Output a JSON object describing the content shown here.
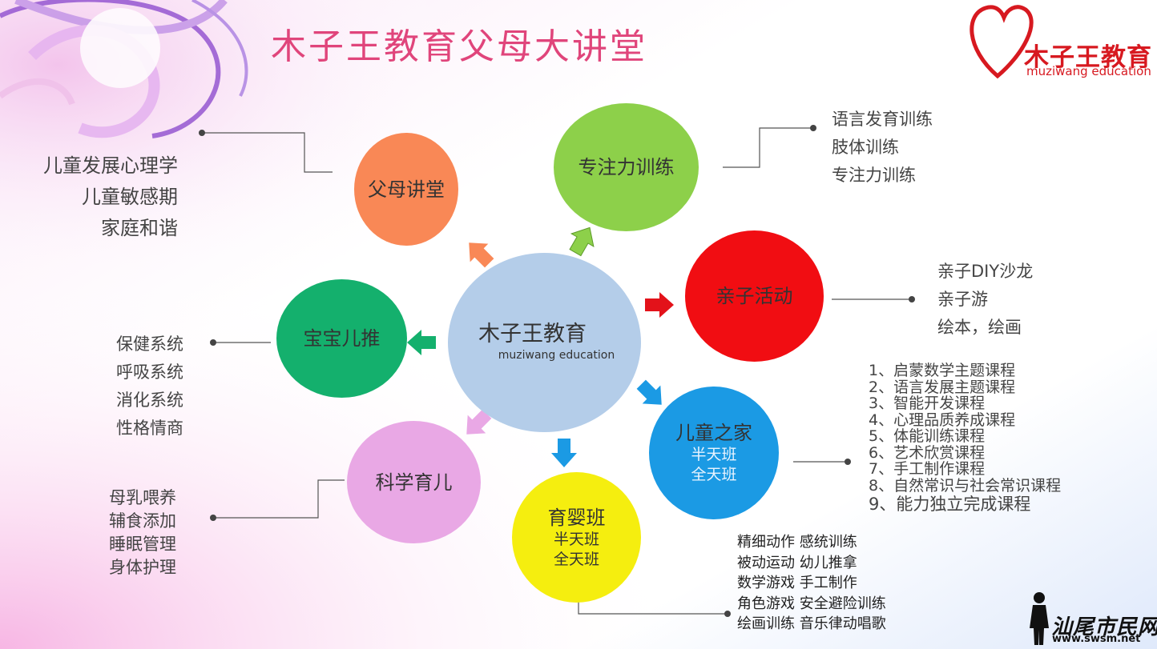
{
  "title": "木子王教育父母大讲堂",
  "logo": {
    "name": "木子王教育",
    "subtitle": "muziwang education"
  },
  "center": {
    "name": "木子王教育",
    "subtitle": "muziwang education",
    "color": "#b4cde9"
  },
  "nodes": {
    "parents_lecture": {
      "label": "父母讲堂",
      "color": "#f98856",
      "items": [
        "儿童发展心理学",
        "儿童敏感期",
        "家庭和谐"
      ]
    },
    "attention": {
      "label": "专注力训练",
      "color": "#8dd04a",
      "items": [
        "语言发育训练",
        "肢体训练",
        "专注力训练"
      ]
    },
    "parent_child": {
      "label": "亲子活动",
      "color": "#f10d12",
      "items": [
        "亲子DIY沙龙",
        "亲子游",
        "绘本，绘画"
      ]
    },
    "children_home": {
      "label": "儿童之家",
      "color": "#1b9ae4",
      "sub": [
        "半天班",
        "全天班"
      ],
      "items": [
        "1、启蒙数学主题课程",
        "2、语言发展主题课程",
        "3、智能开发课程",
        "4、心理品质养成课程",
        "5、体能训练课程",
        "6、艺术欣赏课程",
        "7、手工制作课程",
        "8、自然常识与社会常识课程",
        "9、能力独立完成课程"
      ]
    },
    "nursery": {
      "label": "育婴班",
      "color": "#f5ee0f",
      "sub": [
        "半天班",
        "全天班"
      ],
      "items": [
        "精细动作  感统训练",
        "被动运动  幼儿推拿",
        "数学游戏  手工制作",
        "角色游戏 安全避险训练",
        "绘画训练 音乐律动唱歌"
      ]
    },
    "science_parenting": {
      "label": "科学育儿",
      "color": "#e9a8e5",
      "items": [
        "母乳喂养",
        "辅食添加",
        "睡眠管理",
        "身体护理"
      ]
    },
    "baby_massage": {
      "label": "宝宝儿推",
      "color": "#14b06d",
      "items": [
        "保健系统",
        "呼吸系统",
        "消化系统",
        "性格情商"
      ]
    }
  },
  "watermark": {
    "text": "汕尾市民网",
    "url": "www.swsm.net"
  }
}
